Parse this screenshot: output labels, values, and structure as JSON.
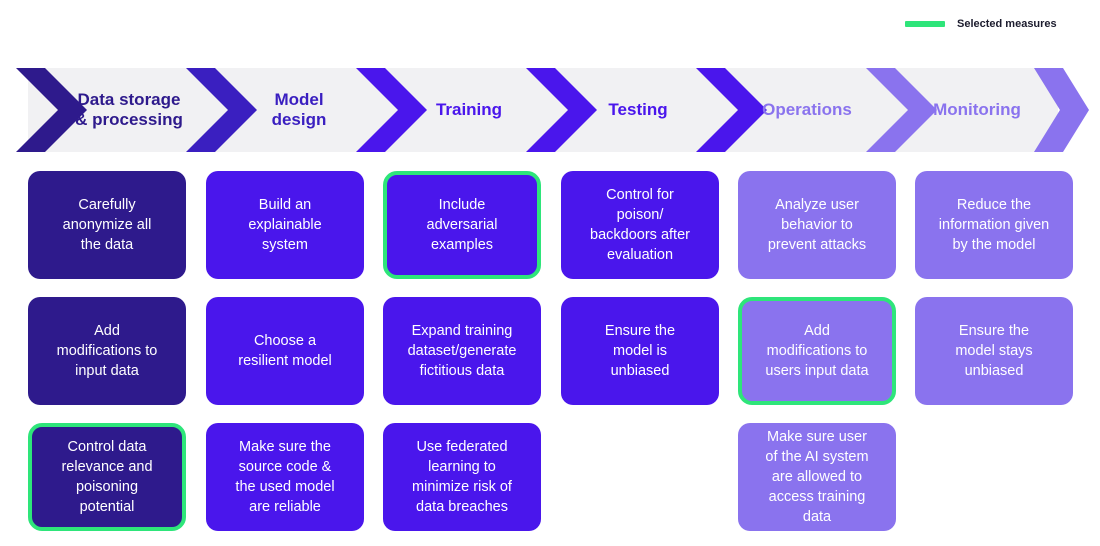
{
  "legend": {
    "label": "Selected measures",
    "color": "#2ee57a"
  },
  "colors": {
    "dark": "#2e1a8c",
    "mid": "#4a16ec",
    "light": "#8a73ee",
    "band": "#f1f1f3",
    "selected": "#2ee57a"
  },
  "stages": [
    {
      "label": "Data storage\n& processing",
      "color": "#2e1a8c"
    },
    {
      "label": "Model\ndesign",
      "color": "#3a1fc0"
    },
    {
      "label": "Training",
      "color": "#4a16ec"
    },
    {
      "label": "Testing",
      "color": "#4a16ec"
    },
    {
      "label": "Operations",
      "color": "#8a73ee"
    },
    {
      "label": "Monitoring",
      "color": "#8a73ee"
    }
  ],
  "measures": [
    [
      {
        "text": "Carefully\nanonymize all\nthe data",
        "selected": false
      },
      {
        "text": "Add\nmodifications to\ninput data",
        "selected": false
      },
      {
        "text": "Control data\nrelevance and\npoisoning\npotential",
        "selected": true
      }
    ],
    [
      {
        "text": "Build an\nexplainable\nsystem",
        "selected": false
      },
      {
        "text": "Choose a\nresilient model",
        "selected": false
      },
      {
        "text": "Make sure the\nsource code &\nthe used model\nare reliable",
        "selected": false
      }
    ],
    [
      {
        "text": "Include\nadversarial\nexamples",
        "selected": true
      },
      {
        "text": "Expand training\ndataset/generate\nfictitious data",
        "selected": false
      },
      {
        "text": "Use federated\nlearning to\nminimize risk of\ndata breaches",
        "selected": false
      }
    ],
    [
      {
        "text": "Control for\npoison/\nbackdoors after\nevaluation",
        "selected": false
      },
      {
        "text": "Ensure the\nmodel is\nunbiased",
        "selected": false
      }
    ],
    [
      {
        "text": "Analyze user\nbehavior to\nprevent attacks",
        "selected": false
      },
      {
        "text": "Add\nmodifications to\nusers input data",
        "selected": true
      },
      {
        "text": "Make sure user\nof the AI system\nare allowed to\naccess training\ndata",
        "selected": false
      }
    ],
    [
      {
        "text": "Reduce the\ninformation given\nby the model",
        "selected": false
      },
      {
        "text": "Ensure the\nmodel stays\nunbiased",
        "selected": false
      }
    ]
  ]
}
